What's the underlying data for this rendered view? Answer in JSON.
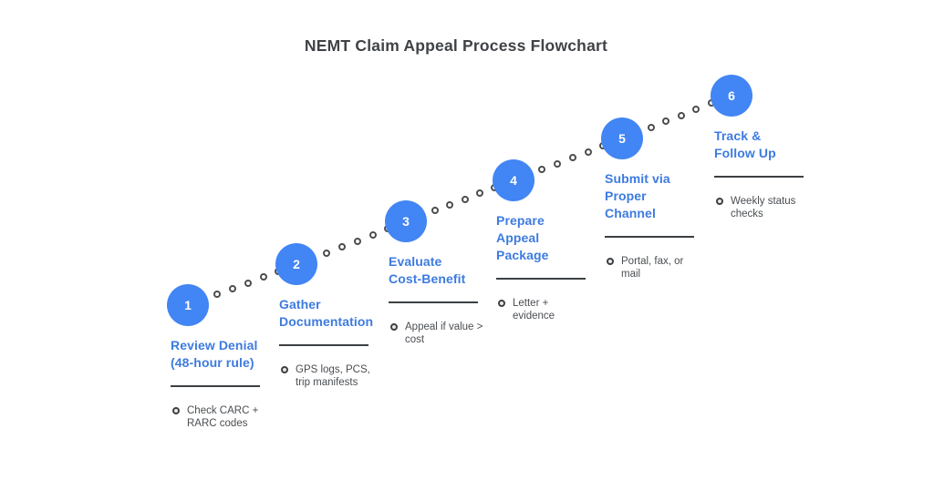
{
  "title": "NEMT Claim Appeal Process Flowchart",
  "steps": [
    {
      "number": "1",
      "title": "Review Denial\n(48-hour rule)",
      "bullet": "Check CARC +\nRARC codes"
    },
    {
      "number": "2",
      "title": "Gather\nDocumentation",
      "bullet": "GPS logs, PCS,\ntrip manifests"
    },
    {
      "number": "3",
      "title": "Evaluate\nCost-Benefit",
      "bullet": "Appeal if value >\ncost"
    },
    {
      "number": "4",
      "title": "Prepare\nAppeal\nPackage",
      "bullet": "Letter +\nevidence"
    },
    {
      "number": "5",
      "title": "Submit via\nProper\nChannel",
      "bullet": "Portal, fax, or\nmail"
    },
    {
      "number": "6",
      "title": "Track &\nFollow Up",
      "bullet": "Weekly status\nchecks"
    }
  ],
  "colors": {
    "circle": "#4285f4",
    "step_title": "#3d7be0",
    "heading": "#3f4347",
    "body_text": "#4a4e52"
  }
}
